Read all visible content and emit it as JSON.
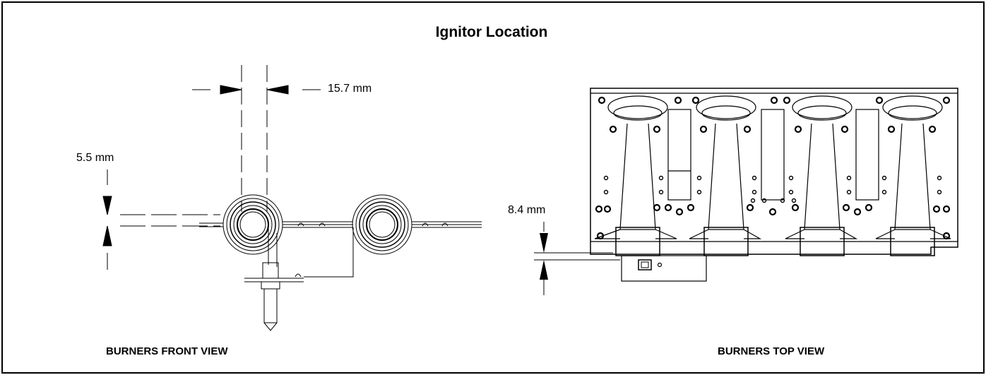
{
  "title": "Ignitor Location",
  "front_view": {
    "caption": "BURNERS FRONT VIEW",
    "dim_horizontal": "15.7 mm",
    "dim_vertical": "5.5 mm"
  },
  "top_view": {
    "caption": "BURNERS TOP VIEW",
    "dim_vertical": "8.4 mm"
  }
}
